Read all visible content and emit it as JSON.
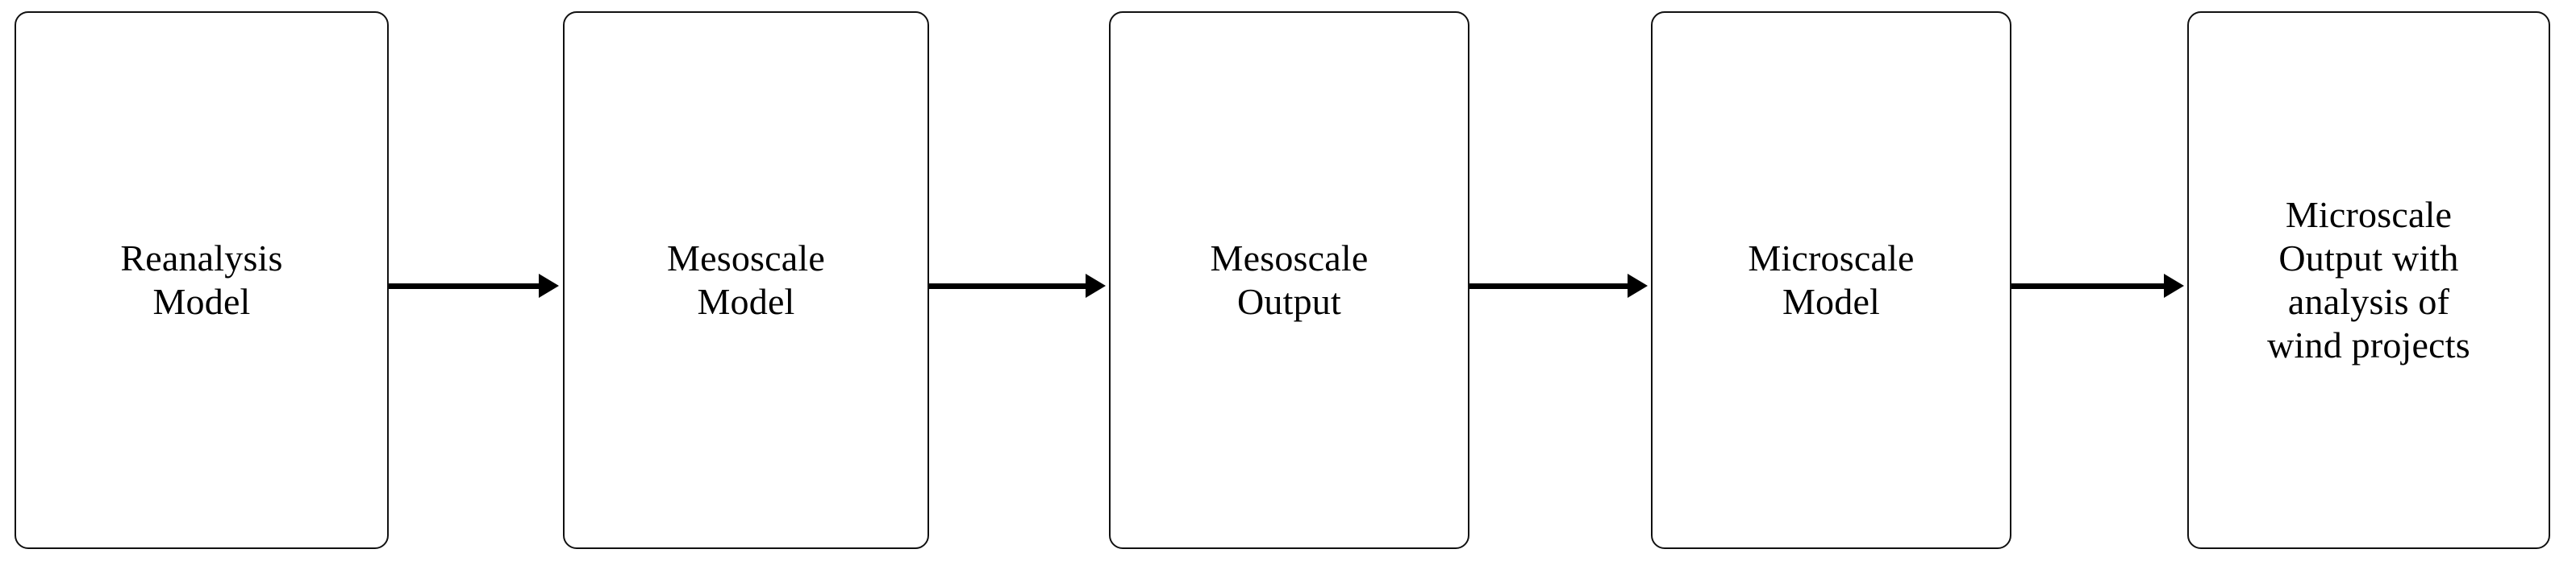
{
  "diagram": {
    "type": "flowchart",
    "orientation": "left-to-right",
    "background_color": "#ffffff",
    "stroke_color": "#111111",
    "text_color": "#000000",
    "nodes": [
      {
        "id": "reanalysis-model",
        "label": "Reanalysis\nModel",
        "lines": [
          "Reanalysis",
          "Model"
        ]
      },
      {
        "id": "mesoscale-model",
        "label": "Mesoscale\nModel",
        "lines": [
          "Mesoscale",
          "Model"
        ]
      },
      {
        "id": "mesoscale-output",
        "label": "Mesoscale\nOutput",
        "lines": [
          "Mesoscale",
          "Output"
        ]
      },
      {
        "id": "microscale-model",
        "label": "Microscale\nModel",
        "lines": [
          "Microscale",
          "Model"
        ]
      },
      {
        "id": "microscale-output",
        "label": "Microscale\nOutput with\nanalysis of\nwind projects",
        "lines": [
          "Microscale",
          "Output with",
          "analysis of",
          "wind projects"
        ]
      }
    ],
    "edges": [
      {
        "id": "edge-1",
        "from": "reanalysis-model",
        "to": "mesoscale-model",
        "label": ""
      },
      {
        "id": "edge-2",
        "from": "mesoscale-model",
        "to": "mesoscale-output",
        "label": ""
      },
      {
        "id": "edge-3",
        "from": "mesoscale-output",
        "to": "microscale-model",
        "label": ""
      },
      {
        "id": "edge-4",
        "from": "microscale-model",
        "to": "microscale-output",
        "label": ""
      }
    ]
  }
}
